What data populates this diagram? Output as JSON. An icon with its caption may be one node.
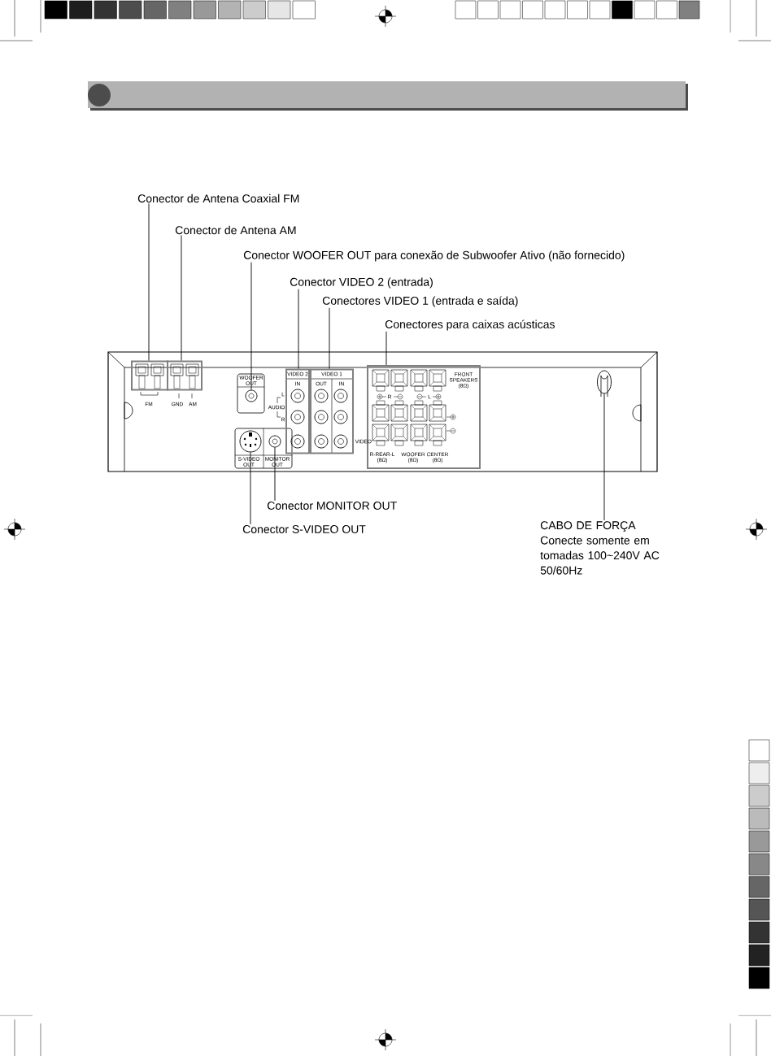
{
  "diagram": {
    "nodes": [
      {
        "text": [
          "Conector de Antena Coaxial FM"
        ]
      },
      {
        "text": [
          "Conector de Antena AM"
        ]
      },
      {
        "text": [
          "Conector WOOFER OUT para conexão de Subwoofer Ativo (não fornecido)"
        ]
      },
      {
        "text": [
          "Conector VIDEO 2 (entrada)"
        ]
      },
      {
        "text": [
          "Conectores VIDEO 1 (entrada e saída)"
        ]
      },
      {
        "text": [
          "Conectores para caixas acústicas"
        ]
      },
      {
        "text": [
          "Conector MONITOR OUT"
        ]
      },
      {
        "text": [
          "Conector S-VIDEO OUT"
        ]
      },
      {
        "text": [
          "CABO DE FORÇA",
          "Conecte somente em tomadas 100~240V AC 50/60Hz"
        ]
      },
      {
        "text": [],
        "shape": "box"
      },
      {
        "text": [],
        "shape": "box"
      },
      {
        "text": [],
        "shape": "circle"
      },
      {
        "text": [],
        "shape": "box"
      },
      {
        "text": [],
        "shape": "box"
      },
      {
        "text": [],
        "shape": "box"
      },
      {
        "text": [],
        "shape": "circle"
      },
      {
        "text": [],
        "shape": "circle"
      },
      {
        "text": [],
        "shape": "cable"
      }
    ],
    "edges": [
      {
        "from": 0,
        "to": 9,
        "arrow": "none"
      },
      {
        "from": 1,
        "to": 10,
        "arrow": "none"
      },
      {
        "from": 2,
        "to": 11,
        "arrow": "none"
      },
      {
        "from": 3,
        "to": 12,
        "arrow": "none"
      },
      {
        "from": 4,
        "to": 13,
        "arrow": "none"
      },
      {
        "from": 5,
        "to": 14,
        "arrow": "none"
      },
      {
        "from": 6,
        "to": 15,
        "arrow": "none"
      },
      {
        "from": 7,
        "to": 16,
        "arrow": "none"
      },
      {
        "from": 8,
        "to": 17,
        "arrow": "none"
      }
    ],
    "labels": [
      "FM",
      "GND",
      "AM",
      "WOOFER OUT",
      "VIDEO 2",
      "VIDEO 1",
      "IN",
      "OUT",
      "IN",
      "FRONT SPEAKERS (8Ω)",
      "L",
      "AUDIO",
      "R",
      "R",
      "L",
      "VIDEO",
      "S-VIDEO OUT",
      "MONITOR OUT",
      "R-REAR-L (8Ω)",
      "WOOFER (8Ω)",
      "CENTER (8Ω)"
    ]
  }
}
